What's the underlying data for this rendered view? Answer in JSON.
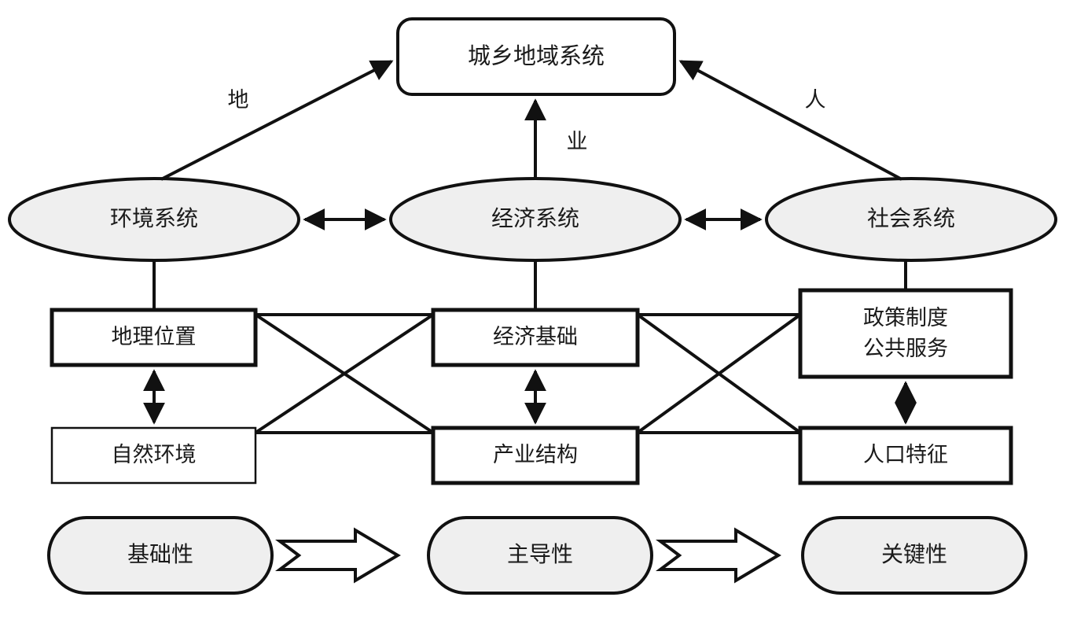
{
  "diagram": {
    "title_node": {
      "id": "urban-rural-regional-system",
      "label": "城乡地域系统",
      "shape": "rounded-rectangle"
    },
    "systems": [
      {
        "id": "environment-system",
        "label": "环境系统",
        "shape": "ellipse",
        "fill": "#efefef"
      },
      {
        "id": "economic-system",
        "label": "经济系统",
        "shape": "ellipse",
        "fill": "#efefef"
      },
      {
        "id": "social-system",
        "label": "社会系统",
        "shape": "ellipse",
        "fill": "#efefef"
      }
    ],
    "connector_labels": [
      {
        "id": "land",
        "label": "地"
      },
      {
        "id": "industry",
        "label": "业"
      },
      {
        "id": "people",
        "label": "人"
      }
    ],
    "factor_columns": [
      {
        "column": "environment",
        "boxes": [
          {
            "id": "geographic-location",
            "label": "地理位置",
            "emphasis": "bold"
          },
          {
            "id": "natural-environment",
            "label": "自然环境",
            "emphasis": "normal"
          }
        ]
      },
      {
        "column": "economy",
        "boxes": [
          {
            "id": "economic-foundation",
            "label": "经济基础",
            "emphasis": "bold"
          },
          {
            "id": "industrial-structure",
            "label": "产业结构",
            "emphasis": "bold"
          }
        ]
      },
      {
        "column": "society",
        "boxes": [
          {
            "id": "policy-and-services",
            "label": "政策制度\n公共服务",
            "emphasis": "bold"
          },
          {
            "id": "population-traits",
            "label": "人口特征",
            "emphasis": "bold"
          }
        ]
      }
    ],
    "role_pills": [
      {
        "id": "foundational",
        "label": "基础性",
        "fill": "#efefef"
      },
      {
        "id": "leading",
        "label": "主导性",
        "fill": "#efefef"
      },
      {
        "id": "critical",
        "label": "关键性",
        "fill": "#efefef"
      }
    ],
    "colors": {
      "stroke": "#111111",
      "shape_fill": "#efefef",
      "box_fill": "#ffffff",
      "background": "#ffffff",
      "text": "#1a1a1a"
    }
  }
}
